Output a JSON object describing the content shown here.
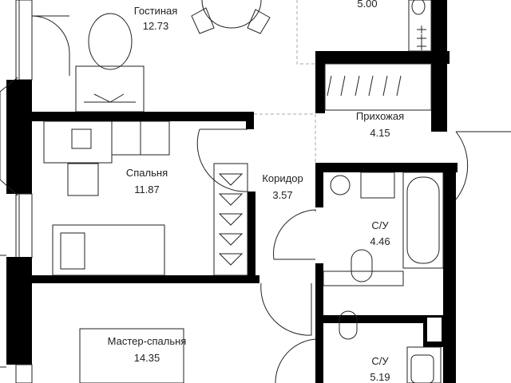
{
  "rooms": {
    "living": {
      "name": "Гостиная",
      "area": "12.73"
    },
    "kitchen": {
      "area": "5.00"
    },
    "hall": {
      "name": "Прихожая",
      "area": "4.15"
    },
    "bedroom": {
      "name": "Спальня",
      "area": "11.87"
    },
    "corridor": {
      "name": "Коридор",
      "area": "3.57"
    },
    "bath1": {
      "name": "С/У",
      "area": "4.46"
    },
    "master": {
      "name": "Мастер-спальня",
      "area": "14.35"
    },
    "bath2": {
      "name": "С/У",
      "area": "5.19"
    }
  },
  "colors": {
    "wall": "#000000",
    "line": "#222222",
    "background": "#ffffff"
  }
}
